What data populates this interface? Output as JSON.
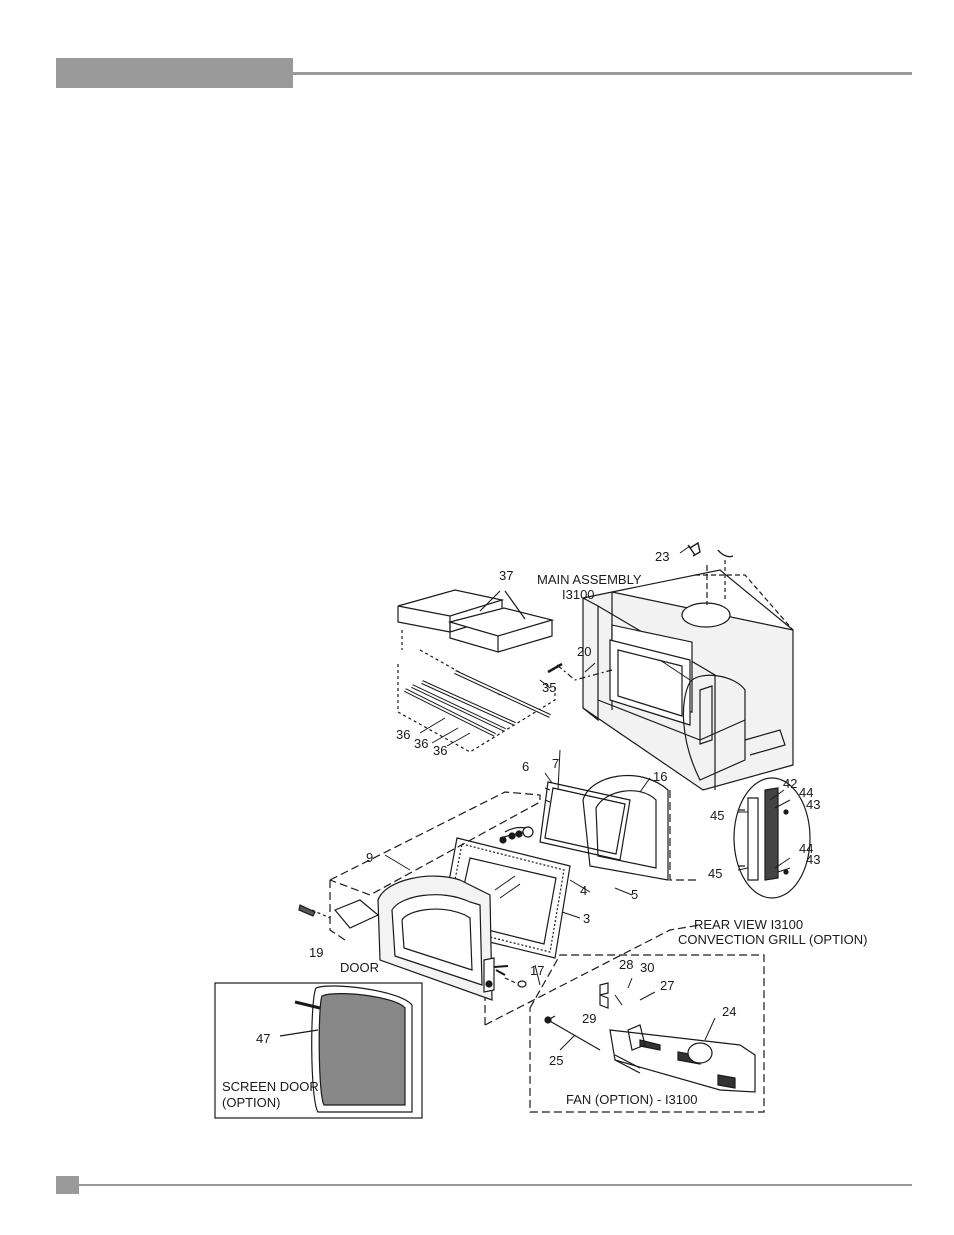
{
  "labels": {
    "main_assembly": "MAIN ASSEMBLY",
    "main_model": "I3100",
    "door": "DOOR",
    "screen_door_1": "SCREEN DOOR",
    "screen_door_2": "(OPTION)",
    "rear_view": "REAR VIEW I3100",
    "convection": "CONVECTION GRILL (OPTION)",
    "fan": "FAN (OPTION) - I3100"
  },
  "parts": {
    "p3": "3",
    "p4": "4",
    "p5": "5",
    "p6": "6",
    "p7": "7",
    "p9": "9",
    "p16": "16",
    "p17": "17",
    "p19": "19",
    "p20": "20",
    "p23": "23",
    "p24": "24",
    "p25": "25",
    "p27": "27",
    "p28": "28",
    "p29": "29",
    "p30": "30",
    "p35": "35",
    "p36a": "36",
    "p36b": "36",
    "p36c": "36",
    "p37": "37",
    "p42": "42",
    "p43a": "43",
    "p43b": "43",
    "p44a": "44",
    "p44b": "44",
    "p45a": "45",
    "p45b": "45",
    "p47": "47"
  },
  "colors": {
    "rule": "#9a9a9a",
    "ink": "#1a1a1a"
  }
}
